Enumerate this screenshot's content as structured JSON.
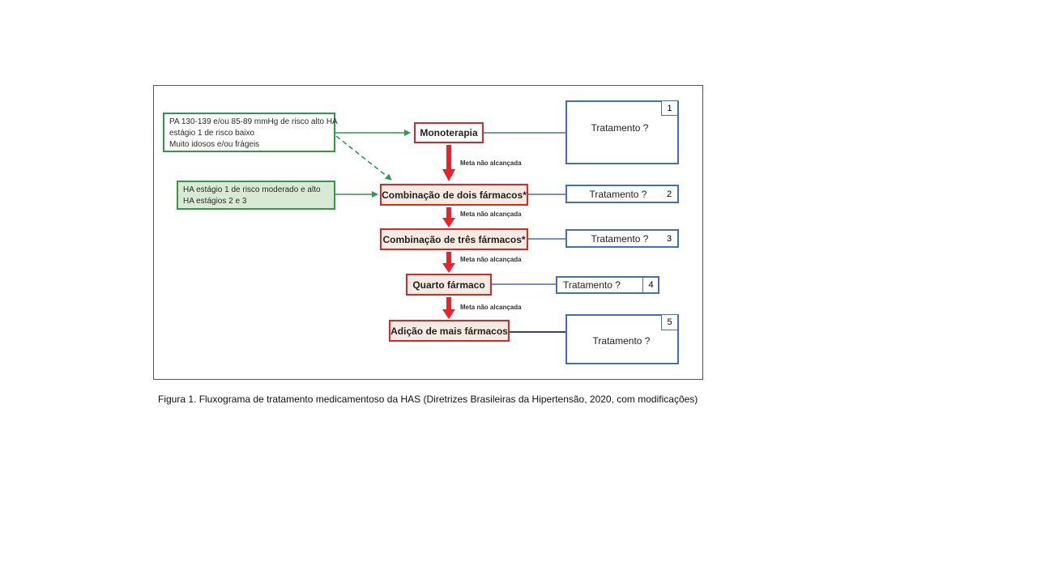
{
  "diagram": {
    "conditions": [
      {
        "lines": [
          "PA 130-139 e/ou 85-89 mmHg de risco alto HA",
          "estágio 1 de risco baixo",
          "Muito idosos e/ou frágeis"
        ]
      },
      {
        "lines": [
          "HA  estágio 1 de risco moderado e alto",
          "HA estágios 2 e 3"
        ]
      }
    ],
    "steps": [
      {
        "label": "Monoterapia"
      },
      {
        "label": "Combinação de dois fármacos*"
      },
      {
        "label": "Combinação de três fármacos*"
      },
      {
        "label": "Quarto fármaco"
      },
      {
        "label": "Adição de mais fármacos"
      }
    ],
    "transition_label": "Meta não alcançada",
    "treatments": [
      {
        "label": "Tratamento  ?",
        "number": "1"
      },
      {
        "label": "Tratamento  ?",
        "number": "2"
      },
      {
        "label": "Tratamento  ?",
        "number": "3"
      },
      {
        "label": "Tratamento  ?",
        "number": "4"
      },
      {
        "label": "Tratamento  ?",
        "number": "5"
      }
    ],
    "colors": {
      "condition": "#2e9a4a",
      "step": "#d9282a",
      "treatment": "#4a6fa5",
      "step_fill": "#f6ebe2"
    }
  },
  "caption": "Figura 1. Fluxograma de tratamento medicamentoso da HAS (Diretrizes Brasileiras da Hipertensão, 2020, com modificações)"
}
